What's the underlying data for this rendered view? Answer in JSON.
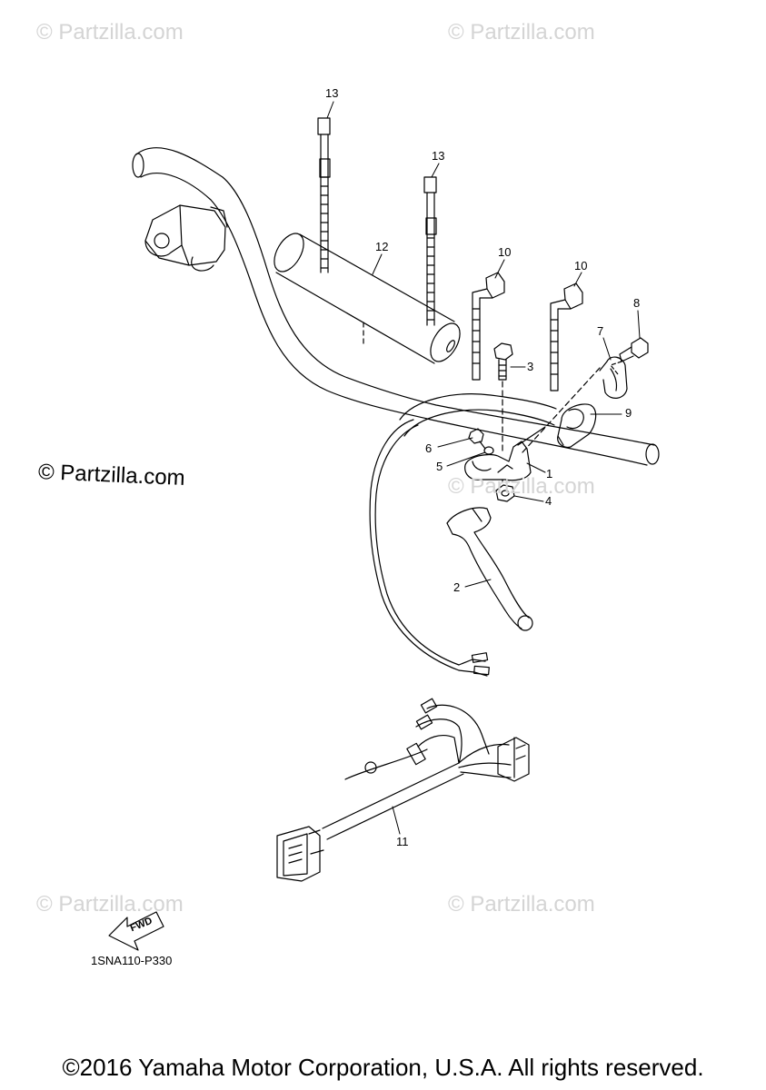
{
  "watermarks": {
    "top_left": "© Partzilla.com",
    "top_right": "© Partzilla.com",
    "middle_left": "© Partzilla.com",
    "middle_right": "© Partzilla.com",
    "bottom_left": "© Partzilla.com",
    "bottom_right": "© Partzilla.com"
  },
  "callouts": {
    "c1": "1",
    "c2": "2",
    "c3": "3",
    "c4": "4",
    "c5": "5",
    "c6": "6",
    "c7": "7",
    "c8": "8",
    "c9": "9",
    "c10a": "10",
    "c10b": "10",
    "c11": "11",
    "c12": "12",
    "c13a": "13",
    "c13b": "13"
  },
  "fwd_label": "FWD",
  "drawing_code": "1SNA110-P330",
  "copyright": "©2016 Yamaha Motor Corporation, U.S.A. All rights reserved."
}
